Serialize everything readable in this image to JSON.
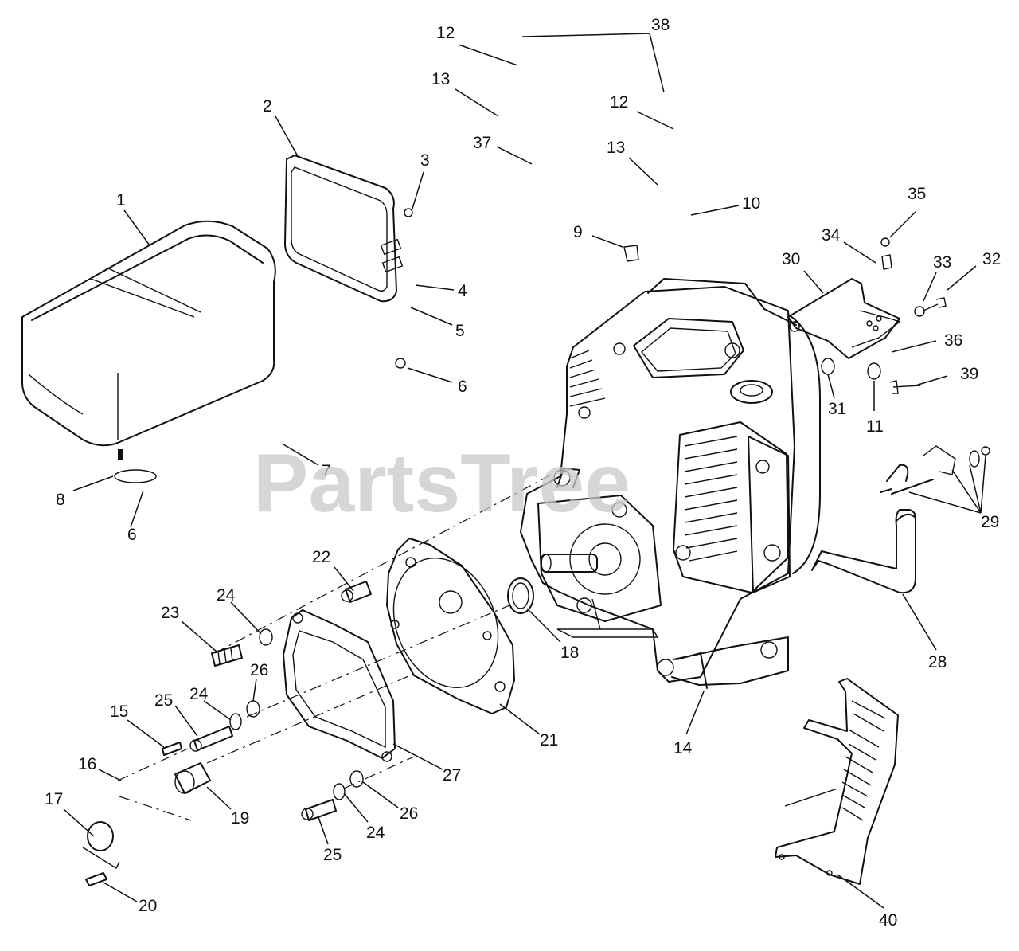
{
  "watermark": "PartsTree",
  "callouts": [
    {
      "id": "c1",
      "text": "1"
    },
    {
      "id": "c2",
      "text": "2"
    },
    {
      "id": "c3",
      "text": "3"
    },
    {
      "id": "c4",
      "text": "4"
    },
    {
      "id": "c5",
      "text": "5"
    },
    {
      "id": "c6a",
      "text": "6"
    },
    {
      "id": "c6b",
      "text": "6"
    },
    {
      "id": "c7",
      "text": "7"
    },
    {
      "id": "c8",
      "text": "8"
    },
    {
      "id": "c9",
      "text": "9"
    },
    {
      "id": "c10",
      "text": "10"
    },
    {
      "id": "c11",
      "text": "11"
    },
    {
      "id": "c12a",
      "text": "12"
    },
    {
      "id": "c12b",
      "text": "12"
    },
    {
      "id": "c13a",
      "text": "13"
    },
    {
      "id": "c13b",
      "text": "13"
    },
    {
      "id": "c14",
      "text": "14"
    },
    {
      "id": "c15",
      "text": "15"
    },
    {
      "id": "c16",
      "text": "16"
    },
    {
      "id": "c17",
      "text": "17"
    },
    {
      "id": "c18",
      "text": "18"
    },
    {
      "id": "c19",
      "text": "19"
    },
    {
      "id": "c20",
      "text": "20"
    },
    {
      "id": "c21",
      "text": "21"
    },
    {
      "id": "c22",
      "text": "22"
    },
    {
      "id": "c23",
      "text": "23"
    },
    {
      "id": "c24a",
      "text": "24"
    },
    {
      "id": "c24b",
      "text": "24"
    },
    {
      "id": "c24c",
      "text": "24"
    },
    {
      "id": "c25a",
      "text": "25"
    },
    {
      "id": "c25b",
      "text": "25"
    },
    {
      "id": "c26a",
      "text": "26"
    },
    {
      "id": "c26b",
      "text": "26"
    },
    {
      "id": "c27",
      "text": "27"
    },
    {
      "id": "c28",
      "text": "28"
    },
    {
      "id": "c29",
      "text": "29"
    },
    {
      "id": "c30",
      "text": "30"
    },
    {
      "id": "c31",
      "text": "31"
    },
    {
      "id": "c32",
      "text": "32"
    },
    {
      "id": "c33",
      "text": "33"
    },
    {
      "id": "c34",
      "text": "34"
    },
    {
      "id": "c35",
      "text": "35"
    },
    {
      "id": "c36",
      "text": "36"
    },
    {
      "id": "c37",
      "text": "37"
    },
    {
      "id": "c38",
      "text": "38"
    },
    {
      "id": "c39",
      "text": "39"
    },
    {
      "id": "c40",
      "text": "40"
    }
  ]
}
